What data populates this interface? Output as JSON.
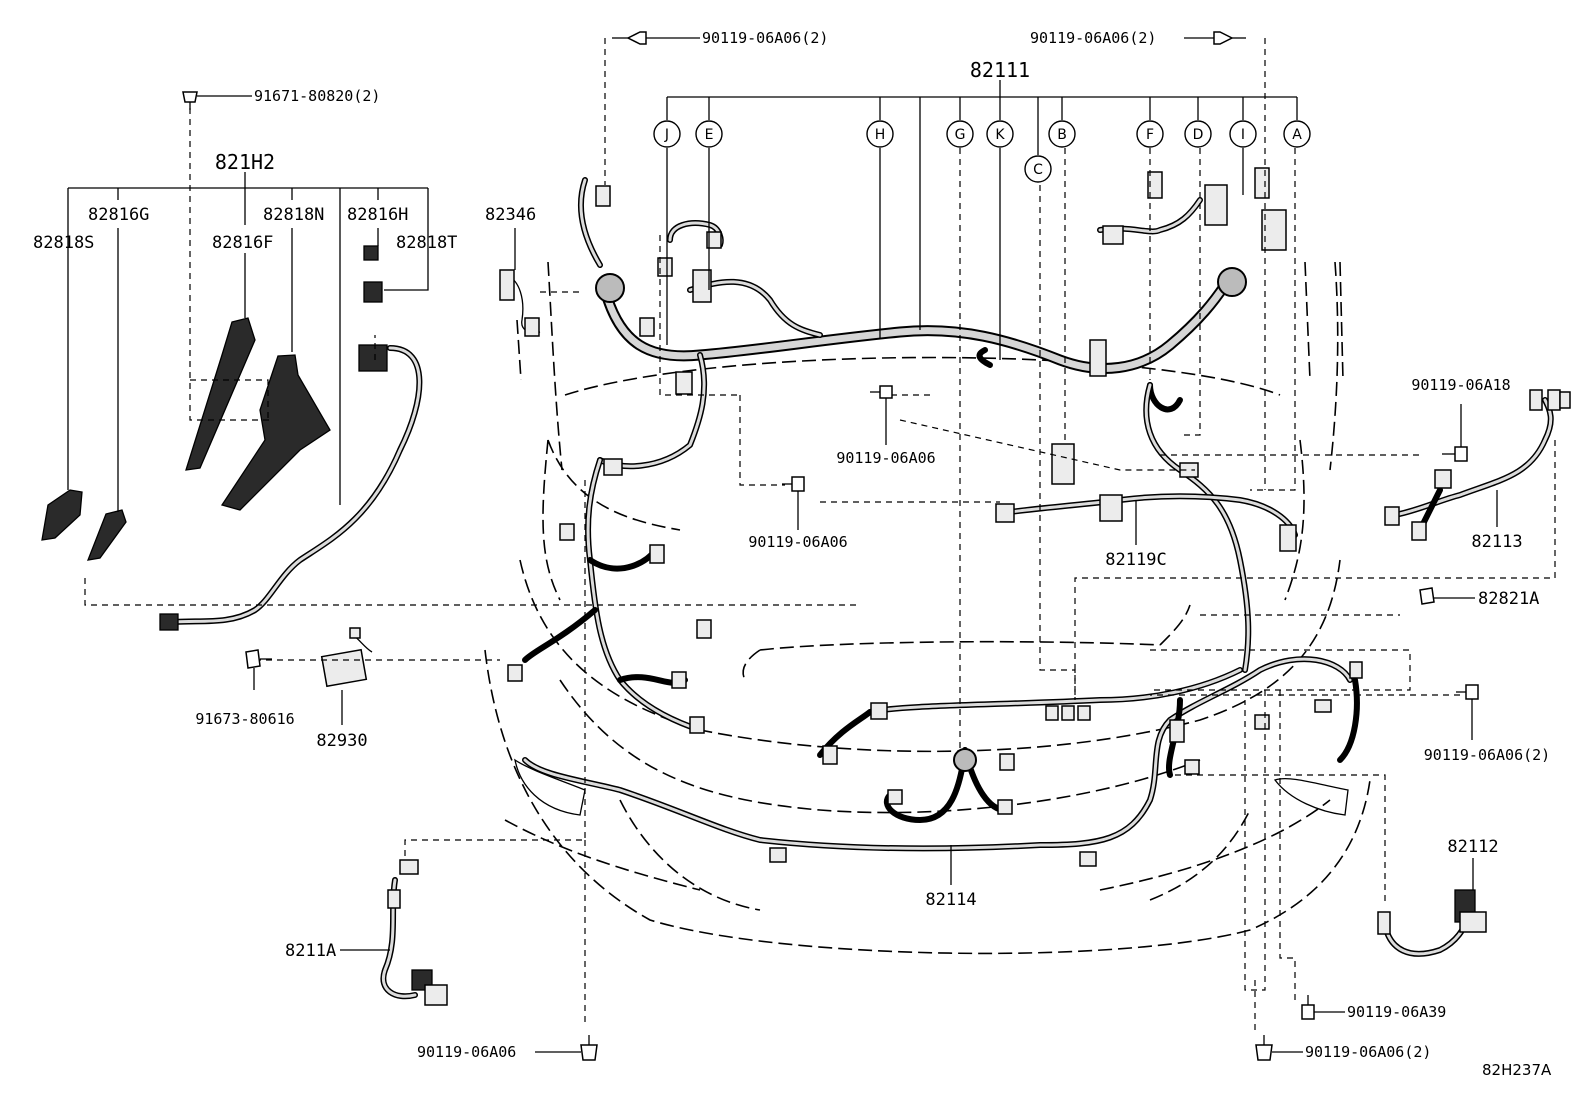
{
  "diagram": {
    "part_numbers": {
      "p82111": "82111",
      "p821H2": "821H2",
      "p82816G": "82816G",
      "p82818S": "82818S",
      "p82816F": "82816F",
      "p82818N": "82818N",
      "p82816H": "82816H",
      "p82818T": "82818T",
      "p82346": "82346",
      "p82119C": "82119C",
      "p82113": "82113",
      "p82821A": "82821A",
      "p82930": "82930",
      "p82114": "82114",
      "p82112": "82112",
      "p8211A": "8211A"
    },
    "fasteners": {
      "f_top_left": "90119-06A06(2)",
      "f_top_right": "90119-06A06(2)",
      "f_91671": "91671-80820(2)",
      "f_mid_a06": "90119-06A06",
      "f_center_a06": "90119-06A06",
      "f_a18": "90119-06A18",
      "f_91673": "91673-80616",
      "f_right_a06_2": "90119-06A06(2)",
      "f_a39": "90119-06A39",
      "f_bottom_left": "90119-06A06",
      "f_bottom_right": "90119-06A06(2)"
    },
    "harness_branches": [
      "J",
      "E",
      "H",
      "G",
      "K",
      "C",
      "B",
      "F",
      "D",
      "I",
      "A"
    ],
    "diagram_code": "82H237A"
  }
}
